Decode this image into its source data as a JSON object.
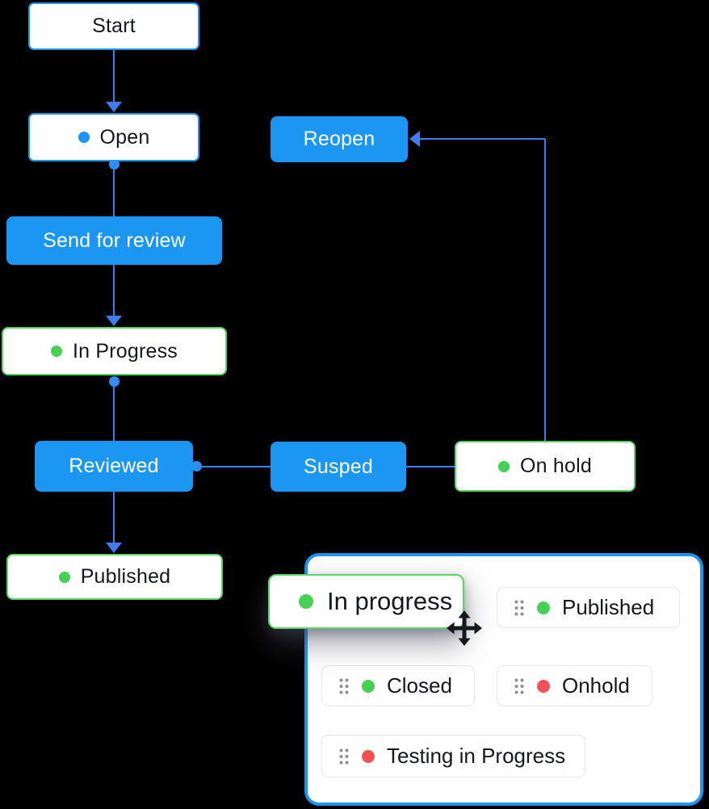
{
  "colors": {
    "accent_blue": "#1b96f3",
    "connector_blue": "#3f7cf1",
    "status_green": "#46d055",
    "status_green_border": "#58d366",
    "status_red": "#f15152",
    "text_dark": "#15171c",
    "chip_border": "#e7e7e7",
    "drag_handle_gray": "#8f8f8f",
    "background": "#000000"
  },
  "flow": {
    "nodes": [
      {
        "id": "start",
        "label": "Start",
        "kind": "state",
        "dot": null
      },
      {
        "id": "open",
        "label": "Open",
        "kind": "state",
        "dot": "blue"
      },
      {
        "id": "reopen",
        "label": "Reopen",
        "kind": "action",
        "dot": null
      },
      {
        "id": "send-for-review",
        "label": "Send for review",
        "kind": "action",
        "dot": null
      },
      {
        "id": "in-progress",
        "label": "In Progress",
        "kind": "status",
        "dot": "green"
      },
      {
        "id": "reviewed",
        "label": "Reviewed",
        "kind": "action",
        "dot": null
      },
      {
        "id": "susped",
        "label": "Susped",
        "kind": "action",
        "dot": null
      },
      {
        "id": "on-hold",
        "label": "On hold",
        "kind": "status",
        "dot": "green"
      },
      {
        "id": "published",
        "label": "Published",
        "kind": "status",
        "dot": "green"
      }
    ]
  },
  "palette": {
    "dragging_chip": {
      "label": "In progress",
      "dot": "green"
    },
    "chips": [
      {
        "label": "Published",
        "dot": "green"
      },
      {
        "label": "Closed",
        "dot": "green"
      },
      {
        "label": "Onhold",
        "dot": "red"
      },
      {
        "label": "Testing in Progress",
        "dot": "red"
      }
    ]
  }
}
